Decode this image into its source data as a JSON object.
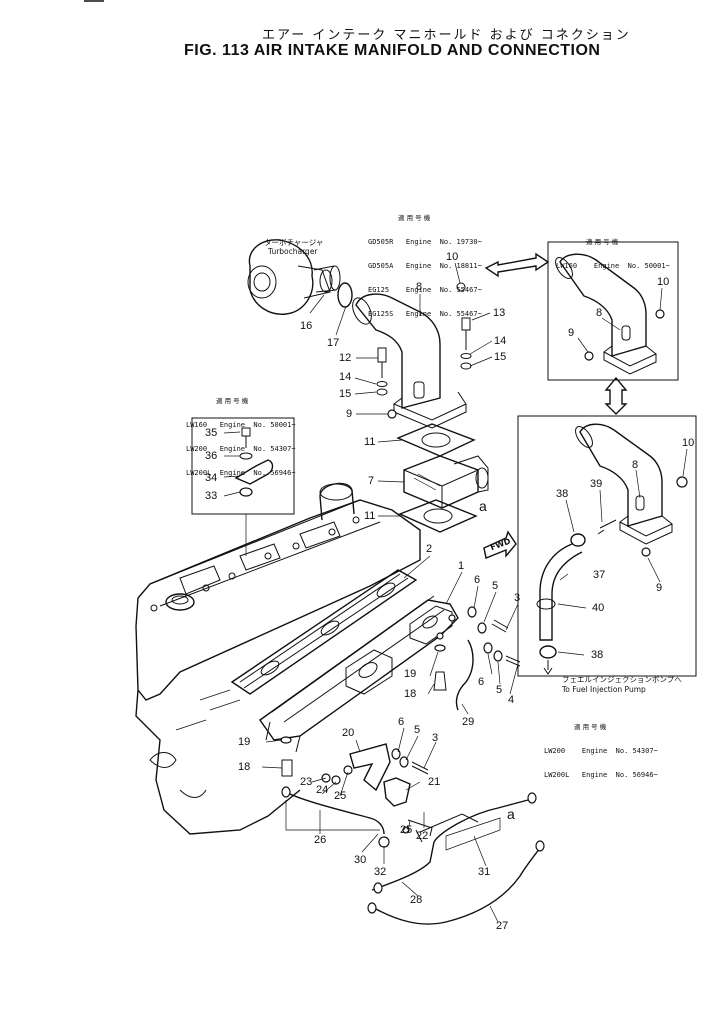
{
  "title_jp": "エアー インテーク マニホールド および コネクション",
  "title_en": "FIG. 113  AIR  INTAKE MANIFOLD AND CONNECTION",
  "notes": {
    "top_center": {
      "header": "適 用 号 機",
      "lines": [
        "GD505R   Engine  No. 19730~",
        "GD505A   Engine  No. 18811~",
        "EG125    Engine  No. 55467~",
        "EG125S   Engine  No. 55467~"
      ]
    },
    "top_right": {
      "header": "適 用 号 機",
      "lines": [
        "LW160    Engine  No. 50001~"
      ]
    },
    "left": {
      "header": "適 用 号 機",
      "lines": [
        "LW160   Engine  No. 50001~",
        "LW200   Engine  No. 54307~",
        "LW200L  Engine  No. 56946~"
      ]
    },
    "bottom_right": {
      "header": "適 用 号 機",
      "lines": [
        "LW200    Engine  No. 54307~",
        "LW200L   Engine  No. 56946~"
      ]
    }
  },
  "turbo_label_jp": "ターボチャージャ",
  "turbo_label_en": "Turbocharger",
  "fuel_pump_jp": "フェエルインジェクションポンプへ",
  "fuel_pump_en": "To Fuel Injection Pump",
  "fwd_label": "FWD",
  "ref_a": "a",
  "callouts": {
    "c10a": "10",
    "c8a": "8",
    "c13": "13",
    "c14a": "14",
    "c15a": "15",
    "c16": "16",
    "c17": "17",
    "c12": "12",
    "c14b": "14",
    "c15b": "15",
    "c9a": "9",
    "c11a": "11",
    "c7": "7",
    "c11b": "11",
    "c10b": "10",
    "c8b": "8",
    "c9b": "9",
    "c10c": "10",
    "c8c": "8",
    "c38a": "38",
    "c39": "39",
    "c37": "37",
    "c9c": "9",
    "c40": "40",
    "c38b": "38",
    "c35": "35",
    "c36": "36",
    "c34": "34",
    "c33": "33",
    "c2": "2",
    "c1": "1",
    "c6a": "6",
    "c5a": "5",
    "c3a": "3",
    "c19a": "19",
    "c18a": "18",
    "c6b": "6",
    "c5b": "5",
    "c4": "4",
    "c29": "29",
    "c19b": "19",
    "c18b": "18",
    "c20": "20",
    "c6c": "6",
    "c5c": "5",
    "c3b": "3",
    "c23": "23",
    "c24": "24",
    "c25a": "25",
    "c21": "21",
    "c26": "26",
    "c25b": "25",
    "c22": "22",
    "c30": "30",
    "c32": "32",
    "c31": "31",
    "c28": "28",
    "c27": "27"
  }
}
